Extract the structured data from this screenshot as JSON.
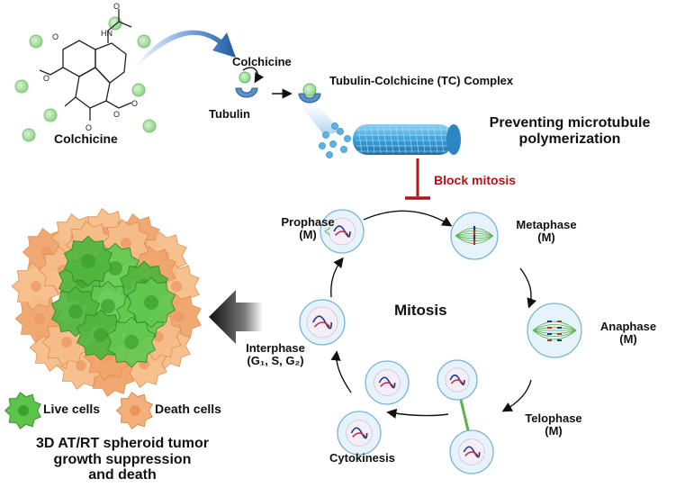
{
  "molecule": {
    "label": "Colchicine",
    "atoms": [
      "O",
      "O",
      "O",
      "O",
      "O",
      "HN",
      "O"
    ]
  },
  "tubulin": {
    "colchicine_label": "Colchicine",
    "tubulin_label": "Tubulin",
    "complex_label": "Tubulin-Colchicine (TC) Complex"
  },
  "microtubule": {
    "effect_line1": "Preventing microtubule",
    "effect_line2": "polymerization"
  },
  "inhibition": {
    "label": "Block mitosis"
  },
  "cycle": {
    "center_label": "Mitosis",
    "phases": {
      "prophase": [
        "Prophase",
        "(M)"
      ],
      "metaphase": [
        "Metaphase",
        "(M)"
      ],
      "anaphase": [
        "Anaphase",
        "(M)"
      ],
      "telophase": [
        "Telophase",
        "(M)"
      ],
      "cytokinesis": [
        "Cytokinesis"
      ],
      "interphase": [
        "Interphase",
        "(G₁, S, G₂)"
      ]
    }
  },
  "legend": {
    "live": "Live cells",
    "dead": "Death cells"
  },
  "outcome": {
    "line1": "3D AT/RT spheroid tumor",
    "line2": "growth suppression",
    "line3": "and death"
  },
  "colors": {
    "drug_green": "#a8dca0",
    "tubulin_blue": "#5b8fc9",
    "microtubule": "#3aa0d8",
    "arrow_blue": "#1f5aa6",
    "inhibit_red": "#b0141b",
    "live_green": "#5cc44a",
    "dead_orange": "#f4b07a",
    "cell_fill": "#e6f3fa",
    "cell_stroke": "#7ab4d6"
  }
}
